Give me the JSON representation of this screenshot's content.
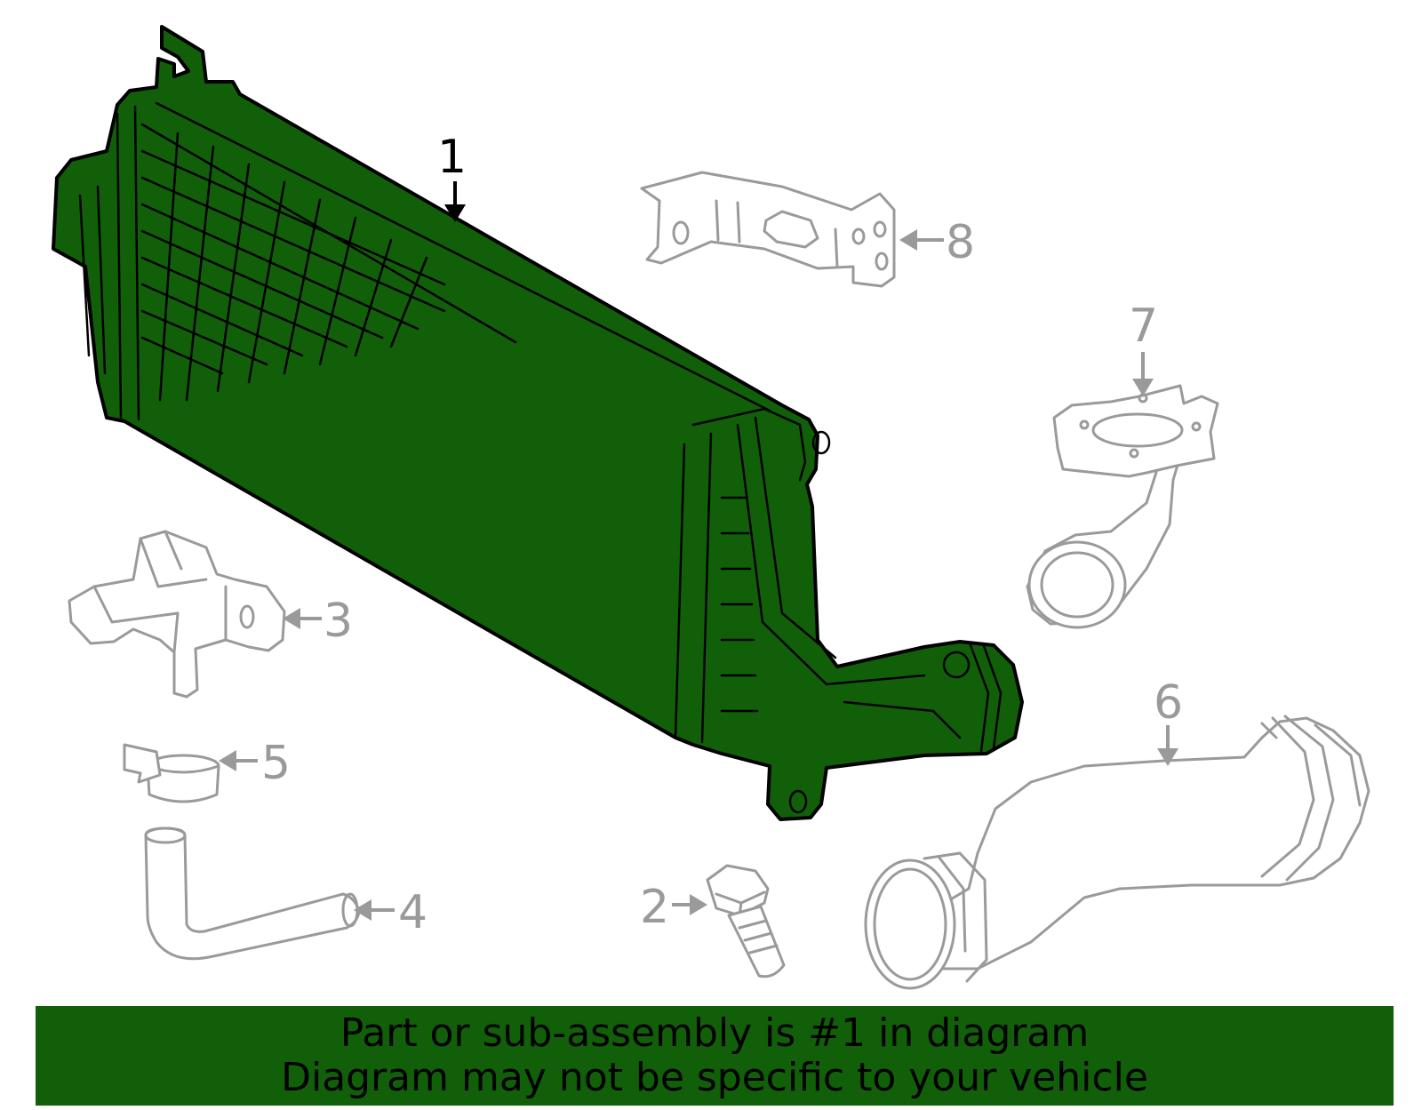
{
  "callouts": {
    "p1": "1",
    "p2": "2",
    "p3": "3",
    "p4": "4",
    "p5": "5",
    "p6": "6",
    "p7": "7",
    "p8": "8"
  },
  "banner": {
    "line1": "Part or sub-assembly is #1 in diagram",
    "line2": "Diagram may not be specific to your vehicle"
  },
  "colors": {
    "highlight": "#116009",
    "outline_highlight": "#000000",
    "outline_other": "#9a9a9a",
    "background": "#ffffff"
  }
}
